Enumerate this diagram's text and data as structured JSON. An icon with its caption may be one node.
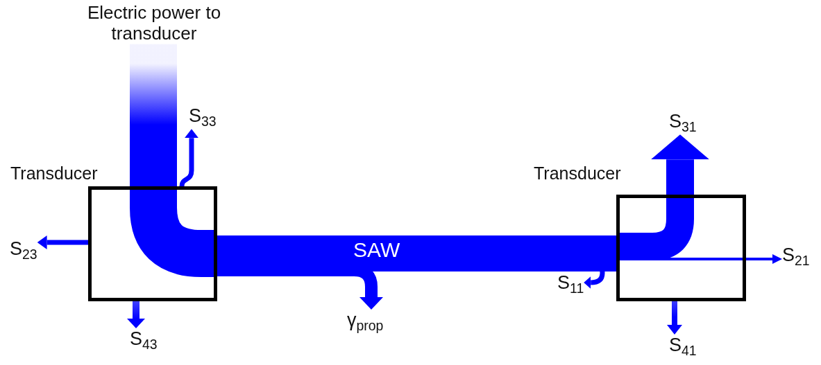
{
  "diagram": {
    "nodes": [
      {
        "text": [
          "Transducer"
        ]
      },
      {
        "text": [
          "Transducer"
        ]
      },
      {
        "text": [
          "Electric power to transducer"
        ]
      },
      {
        "text": [
          "S$_{33}$"
        ]
      },
      {
        "text": [
          "S$_{23}$"
        ]
      },
      {
        "text": [
          "S$_{43}$"
        ]
      },
      {
        "text": [
          "γ$_{prop}$"
        ]
      },
      {
        "text": [
          "S$_{11}$"
        ]
      },
      {
        "text": [
          "S$_{31}$"
        ]
      },
      {
        "text": [
          "S$_{21}$"
        ]
      },
      {
        "text": [
          "S$_{41}$"
        ]
      }
    ],
    "edges": [
      {
        "from": 2,
        "to": 0,
        "arrow": "none",
        "style": "thick"
      },
      {
        "from": 0,
        "to": 1,
        "arrow": "none",
        "style": "thick",
        "label": "SAW"
      },
      {
        "from": 0,
        "to": 3,
        "arrow": "to"
      },
      {
        "from": 0,
        "to": 4,
        "arrow": "to"
      },
      {
        "from": 0,
        "to": 5,
        "arrow": "to"
      },
      {
        "from": 0,
        "to": 6,
        "arrow": "to",
        "style": "thick"
      },
      {
        "from": 1,
        "to": 7,
        "arrow": "to"
      },
      {
        "from": 1,
        "to": 8,
        "arrow": "to",
        "style": "thick"
      },
      {
        "from": 1,
        "to": 9,
        "arrow": "to"
      },
      {
        "from": 1,
        "to": 10,
        "arrow": "to"
      }
    ]
  }
}
